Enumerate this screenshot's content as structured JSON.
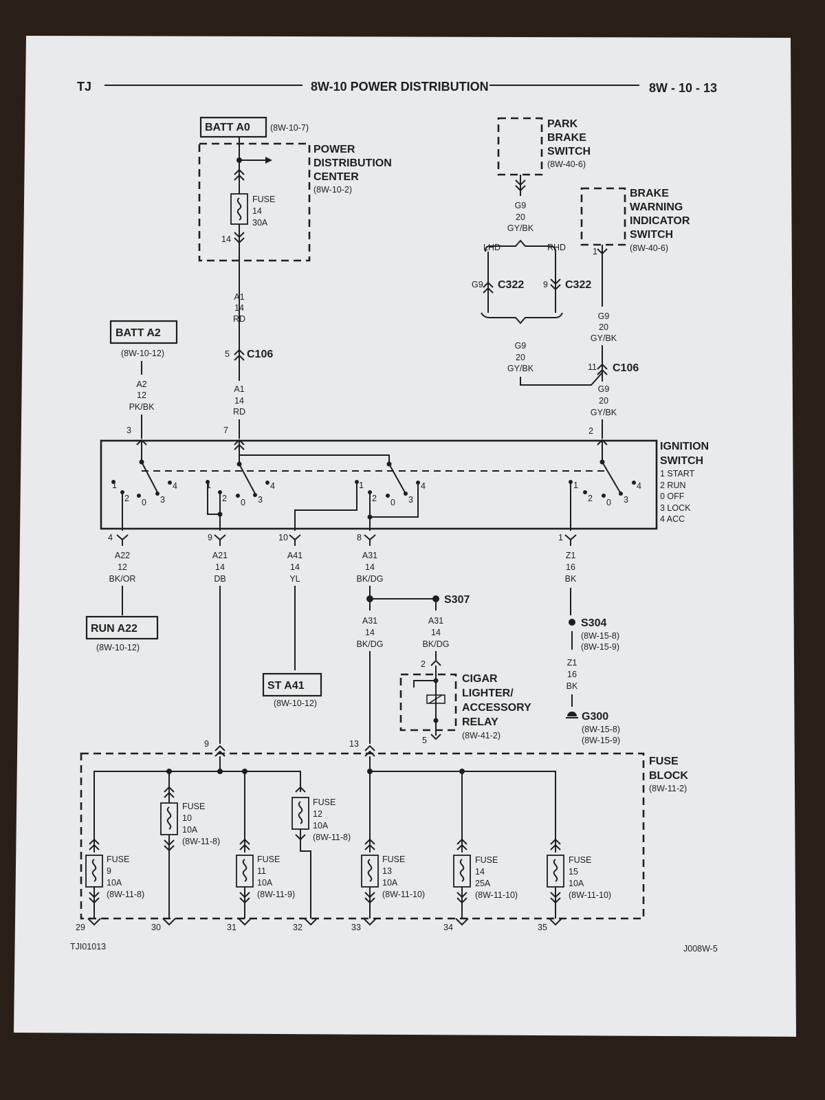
{
  "colors": {
    "paper": "#e9ebec",
    "ink": "#1e1e1e",
    "table": "#2a1e19"
  },
  "header": {
    "left": "TJ",
    "title": "8W-10 POWER DISTRIBUTION",
    "page": "8W - 10 - 13"
  },
  "footer": {
    "left": "TJI01013",
    "right": "J008W-5"
  },
  "batt_a0": {
    "label": "BATT A0",
    "ref": "(8W-10-7)"
  },
  "pdc": {
    "l1": "POWER",
    "l2": "DISTRIBUTION",
    "l3": "CENTER",
    "ref": "(8W-10-2)",
    "fuse": "FUSE",
    "fuse_num": "14",
    "amps": "30A",
    "pin": "14"
  },
  "a1_top": {
    "c": "A1",
    "g": "14",
    "col": "RD"
  },
  "c106_left": {
    "pin": "5",
    "name": "C106"
  },
  "a1_bot": {
    "c": "A1",
    "g": "14",
    "col": "RD"
  },
  "batt_a2": {
    "label": "BATT A2",
    "ref": "(8W-10-12)",
    "c": "A2",
    "g": "12",
    "col": "PK/BK"
  },
  "park_brake": {
    "l1": "PARK",
    "l2": "BRAKE",
    "l3": "SWITCH",
    "ref": "(8W-40-6)",
    "c": "G9",
    "g": "20",
    "col": "GY/BK"
  },
  "lhd": "LHD",
  "rhd": "RHD",
  "c322_left": {
    "pin": "G9",
    "name": "C322"
  },
  "c322_right": {
    "pin": "9",
    "name": "C322"
  },
  "g9_mid": {
    "c": "G9",
    "g": "20",
    "col": "GY/BK"
  },
  "brake_warn": {
    "l1": "BRAKE",
    "l2": "WARNING",
    "l3": "INDICATOR",
    "l4": "SWITCH",
    "ref": "(8W-40-6)",
    "pin": "1",
    "c": "G9",
    "g": "20",
    "col": "GY/BK"
  },
  "c106_right": {
    "pin": "11",
    "name": "C106"
  },
  "g9_bot": {
    "c": "G9",
    "g": "20",
    "col": "GY/BK"
  },
  "ign": {
    "title1": "IGNITION",
    "title2": "SWITCH",
    "p1": "1 START",
    "p2": "2 RUN",
    "p0": "0 OFF",
    "p3": "3 LOCK",
    "p4": "4 ACC",
    "in_a": "3",
    "in_b": "7",
    "in_c": "2",
    "n1": "1",
    "n2": "2",
    "n0": "0",
    "n3": "3",
    "n4": "4"
  },
  "outputs": [
    {
      "pin": "4",
      "c": "A22",
      "g": "12",
      "col": "BK/OR"
    },
    {
      "pin": "9",
      "c": "A21",
      "g": "14",
      "col": "DB"
    },
    {
      "pin": "10",
      "c": "A41",
      "g": "14",
      "col": "YL"
    },
    {
      "pin": "8",
      "c": "A31",
      "g": "14",
      "col": "BK/DG"
    },
    {
      "pin": "1",
      "c": "Z1",
      "g": "16",
      "col": "BK"
    }
  ],
  "run_a22": {
    "label": "RUN A22",
    "ref": "(8W-10-12)"
  },
  "st_a41": {
    "label": "ST A41",
    "ref": "(8W-10-12)"
  },
  "s307": "S307",
  "a31_left": {
    "c": "A31",
    "g": "14",
    "col": "BK/DG"
  },
  "a31_right": {
    "c": "A31",
    "g": "14",
    "col": "BK/DG"
  },
  "cigar": {
    "pin_top": "2",
    "l1": "CIGAR",
    "l2": "LIGHTER/",
    "l3": "ACCESSORY",
    "l4": "RELAY",
    "pin_bot": "5",
    "ref": "(8W-41-2)"
  },
  "s304": {
    "name": "S304",
    "r1": "(8W-15-8)",
    "r2": "(8W-15-9)",
    "c": "Z1",
    "g": "16",
    "col": "BK"
  },
  "g300": {
    "name": "G300",
    "r1": "(8W-15-8)",
    "r2": "(8W-15-9)"
  },
  "fuse_block": {
    "l1": "FUSE",
    "l2": "BLOCK",
    "ref": "(8W-11-2)",
    "in_left": "9",
    "in_right": "13"
  },
  "fuses": [
    {
      "label": "FUSE",
      "num": "9",
      "amps": "10A",
      "ref": "(8W-11-8)",
      "pin": "29"
    },
    {
      "label": "FUSE",
      "num": "10",
      "amps": "10A",
      "ref": "(8W-11-8)",
      "pin": "30"
    },
    {
      "label": "FUSE",
      "num": "11",
      "amps": "10A",
      "ref": "(8W-11-9)",
      "pin": "31"
    },
    {
      "label": "FUSE",
      "num": "12",
      "amps": "10A",
      "ref": "(8W-11-8)",
      "pin": "32"
    },
    {
      "label": "FUSE",
      "num": "13",
      "amps": "10A",
      "ref": "(8W-11-10)",
      "pin": "33"
    },
    {
      "label": "FUSE",
      "num": "14",
      "amps": "25A",
      "ref": "(8W-11-10)",
      "pin": "34"
    },
    {
      "label": "FUSE",
      "num": "15",
      "amps": "10A",
      "ref": "(8W-11-10)",
      "pin": "35"
    }
  ]
}
